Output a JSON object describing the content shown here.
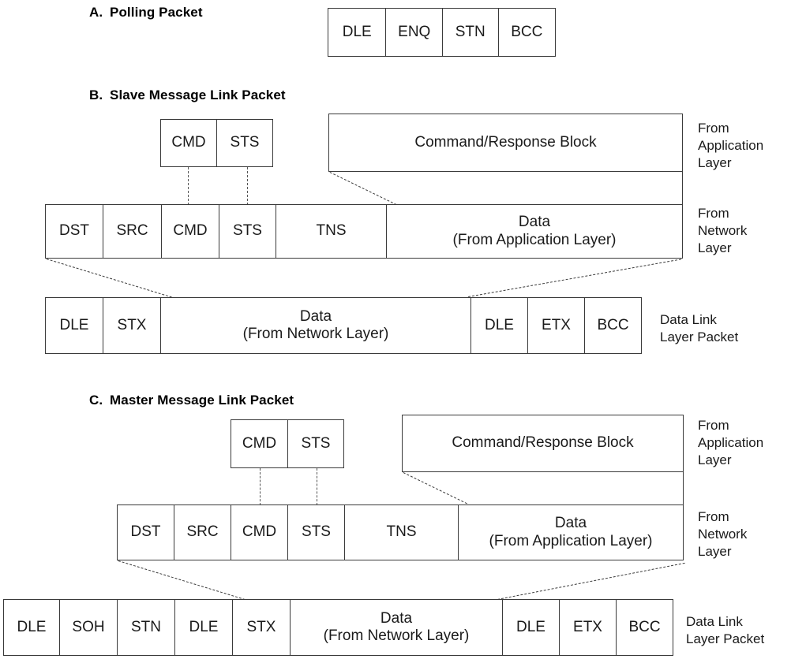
{
  "sections": [
    {
      "letter": "A.",
      "title": "Polling Packet",
      "rows": [
        {
          "name": "polling-packet-row",
          "cells": [
            "DLE",
            "ENQ",
            "STN",
            "BCC"
          ]
        }
      ],
      "side_labels": []
    },
    {
      "letter": "B.",
      "title": "Slave Message Link Packet",
      "rows": [
        {
          "name": "slave-application-cmd-sts-row",
          "cells": [
            "CMD",
            "STS"
          ]
        },
        {
          "name": "slave-application-block-row",
          "cells": [
            "Command/Response Block"
          ]
        },
        {
          "name": "slave-network-layer-row",
          "cells": [
            "DST",
            "SRC",
            "CMD",
            "STS",
            "TNS",
            "Data\n(From Application Layer)"
          ]
        },
        {
          "name": "slave-data-link-layer-row",
          "cells": [
            "DLE",
            "STX",
            "Data\n(From Network Layer)",
            "DLE",
            "ETX",
            "BCC"
          ]
        }
      ],
      "side_labels": [
        "From\nApplication\nLayer",
        "From\nNetwork\nLayer",
        "Data Link\nLayer Packet"
      ]
    },
    {
      "letter": "C.",
      "title": "Master Message Link Packet",
      "rows": [
        {
          "name": "master-application-cmd-sts-row",
          "cells": [
            "CMD",
            "STS"
          ]
        },
        {
          "name": "master-application-block-row",
          "cells": [
            "Command/Response Block"
          ]
        },
        {
          "name": "master-network-layer-row",
          "cells": [
            "DST",
            "SRC",
            "CMD",
            "STS",
            "TNS",
            "Data\n(From Application Layer)"
          ]
        },
        {
          "name": "master-data-link-layer-row",
          "cells": [
            "DLE",
            "SOH",
            "STN",
            "DLE",
            "STX",
            "Data\n(From Network Layer)",
            "DLE",
            "ETX",
            "BCC"
          ]
        }
      ],
      "side_labels": [
        "From\nApplication\nLayer",
        "From\nNetwork\nLayer",
        "Data Link\nLayer Packet"
      ]
    }
  ],
  "labels": {
    "a_title": "Polling Packet",
    "a_letter": "A.",
    "b_title": "Slave Message Link Packet",
    "b_letter": "B.",
    "c_title": "Master Message Link Packet",
    "c_letter": "C.",
    "from_application_layer": "From\nApplication\nLayer",
    "from_network_layer": "From\nNetwork\nLayer",
    "data_link_layer_packet": "Data Link\nLayer Packet"
  },
  "cells": {
    "a": {
      "c0": "DLE",
      "c1": "ENQ",
      "c2": "STN",
      "c3": "BCC"
    },
    "b_app": {
      "cmd": "CMD",
      "sts": "STS",
      "block": "Command/Response Block"
    },
    "b_net": {
      "dst": "DST",
      "src": "SRC",
      "cmd": "CMD",
      "sts": "STS",
      "tns": "TNS",
      "data": "Data\n(From Application Layer)"
    },
    "b_dll": {
      "dle1": "DLE",
      "stx": "STX",
      "data": "Data\n(From Network Layer)",
      "dle2": "DLE",
      "etx": "ETX",
      "bcc": "BCC"
    },
    "c_app": {
      "cmd": "CMD",
      "sts": "STS",
      "block": "Command/Response Block"
    },
    "c_net": {
      "dst": "DST",
      "src": "SRC",
      "cmd": "CMD",
      "sts": "STS",
      "tns": "TNS",
      "data": "Data\n(From Application Layer)"
    },
    "c_dll": {
      "dle1": "DLE",
      "soh": "SOH",
      "stn": "STN",
      "dle2": "DLE",
      "stx": "STX",
      "data": "Data\n(From Network Layer)",
      "dle3": "DLE",
      "etx": "ETX",
      "bcc": "BCC"
    }
  },
  "colors": {
    "line": "#3a3a3a",
    "text": "#1a1a1a",
    "background": "#ffffff"
  }
}
